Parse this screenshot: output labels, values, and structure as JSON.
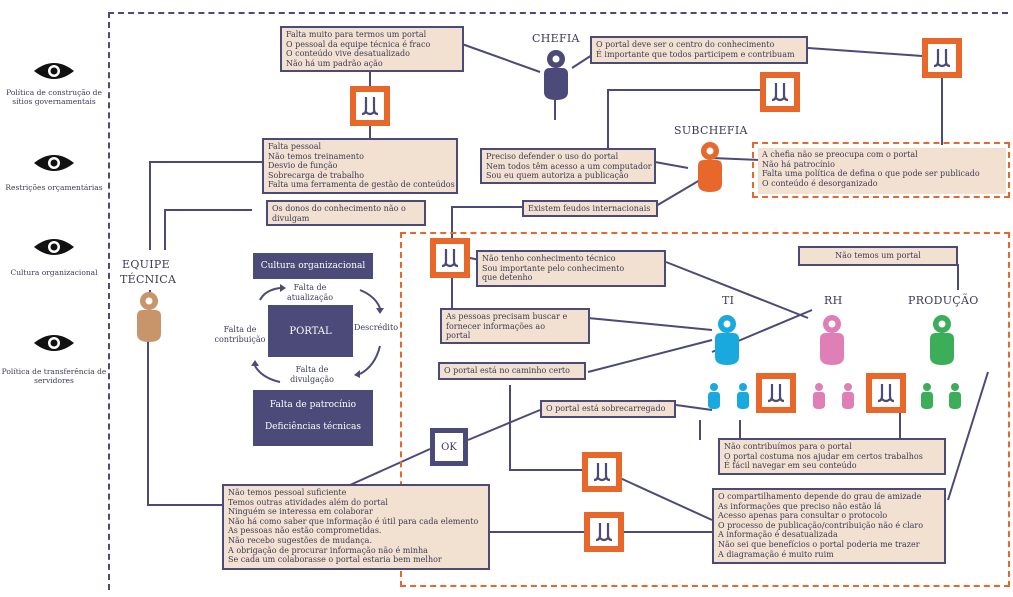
{
  "colors": {
    "navy": "#4b4a78",
    "orange": "#e8682c",
    "box_fill": "#f2e1d1",
    "cyan": "#1aa9df",
    "pink": "#e07fb5",
    "green": "#3cae5a",
    "tan": "#c8946a"
  },
  "sidebar": {
    "items": [
      {
        "icon": "eye-icon",
        "label": "Política de construção de sítios governamentais"
      },
      {
        "icon": "eye-icon",
        "label": "Restrições orçamentárias"
      },
      {
        "icon": "eye-icon",
        "label": "Cultura organizacional"
      },
      {
        "icon": "eye-icon",
        "label": "Política de transferência de servidores"
      }
    ]
  },
  "actors": {
    "chefia": "CHEFIA",
    "subchefia": "SUBCHEFIA",
    "equipe_tecnica_1": "EQUIPE",
    "equipe_tecnica_2": "TÉCNICA",
    "ti": "TI",
    "rh": "RH",
    "producao": "PRODUÇÃO"
  },
  "cycle": {
    "top_block": "Cultura organizacional",
    "center": "PORTAL",
    "bottom_block_1": "Falta de patrocínio",
    "bottom_block_2": "Deficiências técnicas",
    "top_label_1": "Falta de",
    "top_label_2": "atualização",
    "right_label": "Descrédito",
    "bottom_label_1": "Falta de",
    "bottom_label_2": "divulgação",
    "left_label_1": "Falta de",
    "left_label_2": "contribuição"
  },
  "ok_label": "OK",
  "boxes": {
    "equipe_top": [
      "Falta muito para termos um portal",
      "O pessoal da equipe técnica é fraco",
      "O conteúdo vive desatualizado",
      "Não há um padrão ação"
    ],
    "chefia_right": [
      "O portal deve ser o centro do conhecimento",
      "É importante que todos participem e contribuam"
    ],
    "equipe_mid": [
      "Falta pessoal",
      "Não temos treinamento",
      "Desvio de função",
      "Sobrecarga de trabalho",
      "Falta uma ferramenta de gestão de conteúdos"
    ],
    "subchefia_left": [
      "Preciso defender o uso do portal",
      "Nem todos têm acesso a um computador",
      "Sou eu quem autoriza a publicação"
    ],
    "subchefia_right": [
      "A chefia não se preocupa com o portal",
      "Não há patrocínio",
      "Falta uma política de defina o que pode ser publicado",
      "O conteúdo é desorganizado"
    ],
    "donos": [
      "Os donos do conhecimento não o",
      "divulgam"
    ],
    "feudos": [
      "Existem feudos internacionais"
    ],
    "ti_top": [
      "Não tenho conhecimento técnico",
      "Sou importante pelo conhecimento",
      "que detenho"
    ],
    "nao_temos": [
      "Não temos um portal"
    ],
    "pessoas": [
      "As pessoas precisam buscar e",
      "fornecer informações ao",
      "portal"
    ],
    "caminho": [
      "O portal está no caminho certo"
    ],
    "sobrecarregado": [
      "O portal está sobrecarregado"
    ],
    "contribuimos": [
      "Não contribuímos para o portal",
      "O portal costuma nos ajudar em certos trabalhos",
      "É fácil navegar em seu conteúdo"
    ],
    "equipe_bottom": [
      "Não temos pessoal suficiente",
      "Temos outras atividades além do portal",
      "Ninguém se interessa em colaborar",
      "Não há como saber que informação é útil para cada elemento",
      "As pessoas não estão comprometidas.",
      "Não recebo sugestões de mudança.",
      "A obrigação de procurar informação não é minha",
      "Se cada um colaborasse o portal estaria bem melhor"
    ],
    "compartilhamento": [
      "O compartilhamento depende do grau de amizade",
      "As informações que preciso não estão lá",
      "Acesso apenas para consultar o protocolo",
      "O processo de publicação/contribuição não é claro",
      "A informação é desatualizada",
      "Não sei que benefícios o portal poderia me trazer",
      "A diagramação é muito ruim"
    ]
  }
}
